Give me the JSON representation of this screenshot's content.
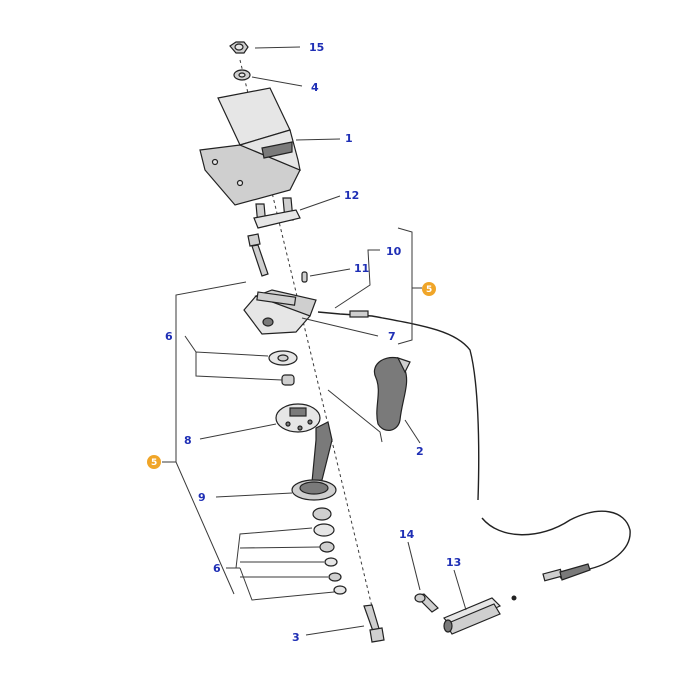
{
  "callouts": {
    "c15": "15",
    "c4": "4",
    "c1": "1",
    "c12": "12",
    "c10": "10",
    "c11": "11",
    "c5a": "5",
    "c7": "7",
    "c6a": "6",
    "c2": "2",
    "c8": "8",
    "c5b": "5",
    "c9": "9",
    "c6b": "6",
    "c14": "14",
    "c13": "13",
    "c3": "3"
  },
  "colors": {
    "callout_text": "#1f2fb5",
    "badge_fill": "#f0a528"
  }
}
